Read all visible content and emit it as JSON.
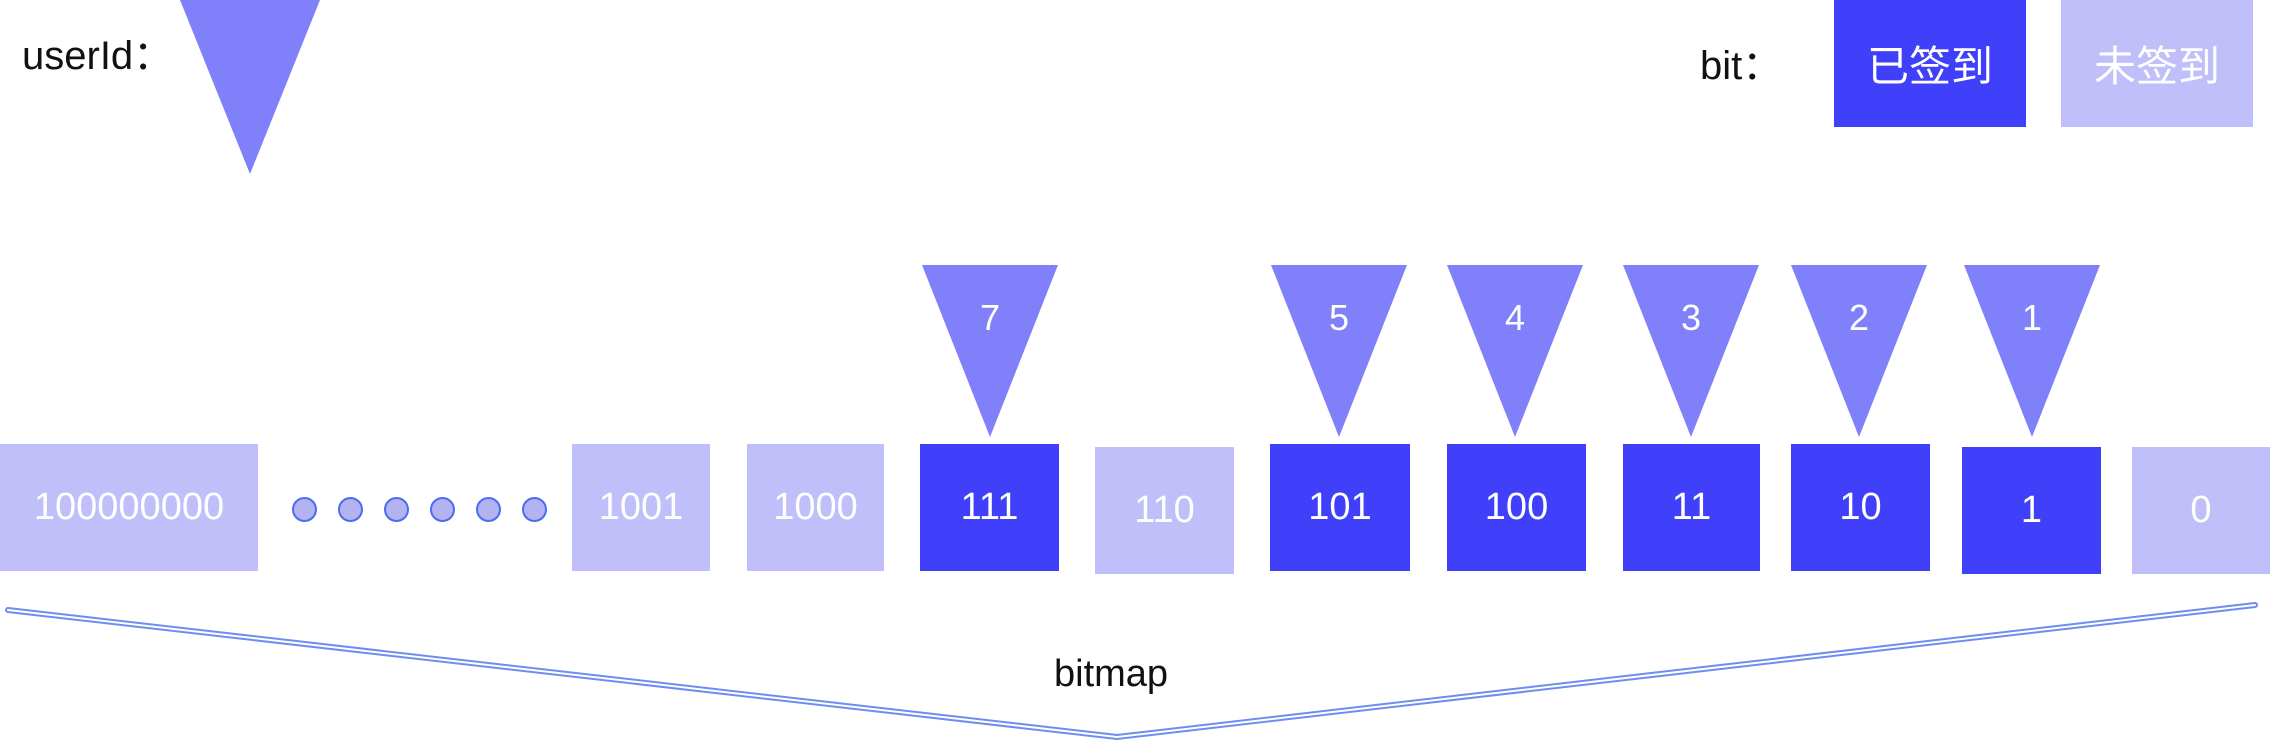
{
  "colors": {
    "signed": "#4040fa",
    "unsigned": "#c0bffa",
    "pointer": "#8080fa",
    "bracket": "#6f8df0"
  },
  "legend": {
    "userid_label": "userId：",
    "bit_label": "bit：",
    "signed_label": "已签到",
    "unsigned_label": "未签到"
  },
  "cells": [
    {
      "label": "100000000",
      "signed": false
    },
    {
      "label": "1001",
      "signed": false
    },
    {
      "label": "1000",
      "signed": false
    },
    {
      "label": "111",
      "signed": true
    },
    {
      "label": "110",
      "signed": false
    },
    {
      "label": "101",
      "signed": true
    },
    {
      "label": "100",
      "signed": true
    },
    {
      "label": "11",
      "signed": true
    },
    {
      "label": "10",
      "signed": true
    },
    {
      "label": "1",
      "signed": true
    },
    {
      "label": "0",
      "signed": false
    }
  ],
  "pointers": [
    "7",
    "5",
    "4",
    "3",
    "2",
    "1"
  ],
  "bracket_label": "bitmap"
}
